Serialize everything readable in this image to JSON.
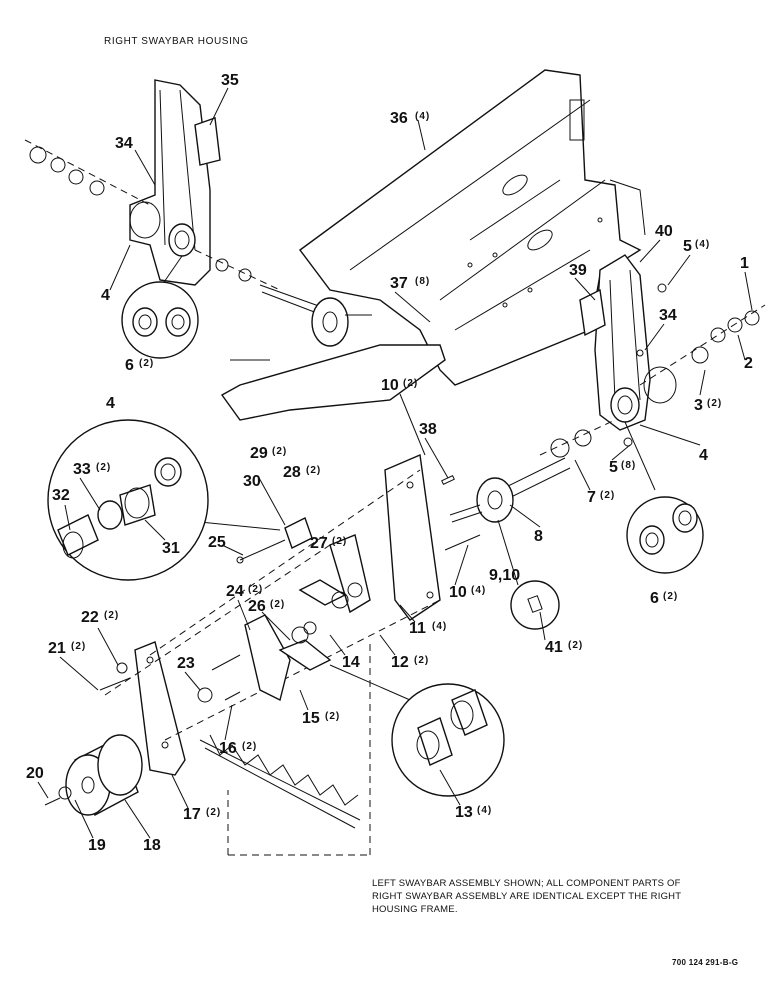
{
  "header": {
    "title": "RIGHT SWAYBAR HOUSING"
  },
  "note": {
    "text": "LEFT SWAYBAR ASSEMBLY SHOWN; ALL COMPONENT PARTS OF RIGHT SWAYBAR ASSEMBLY ARE IDENTICAL EXCEPT THE RIGHT HOUSING FRAME."
  },
  "figure_number": "700 124 291-B-G",
  "callouts": {
    "c35": {
      "num": "35",
      "qty": ""
    },
    "c34a": {
      "num": "34",
      "qty": ""
    },
    "c4a": {
      "num": "4",
      "qty": ""
    },
    "c6a": {
      "num": "6",
      "qty": "(2)"
    },
    "c36": {
      "num": "36",
      "qty": "(4)"
    },
    "c37": {
      "num": "37",
      "qty": "(8)"
    },
    "c40": {
      "num": "40",
      "qty": ""
    },
    "c5a": {
      "num": "5",
      "qty": "(4)"
    },
    "c1": {
      "num": "1",
      "qty": ""
    },
    "c39": {
      "num": "39",
      "qty": ""
    },
    "c34b": {
      "num": "34",
      "qty": ""
    },
    "c2": {
      "num": "2",
      "qty": ""
    },
    "c10a": {
      "num": "10",
      "qty": "(2)"
    },
    "c3": {
      "num": "3",
      "qty": "(2)"
    },
    "c4b": {
      "num": "4",
      "qty": ""
    },
    "c4c": {
      "num": "4",
      "qty": ""
    },
    "c38": {
      "num": "38",
      "qty": ""
    },
    "c5b": {
      "num": "5",
      "qty": "(8)"
    },
    "c7": {
      "num": "7",
      "qty": "(2)"
    },
    "c29": {
      "num": "29",
      "qty": "(2)"
    },
    "c28": {
      "num": "28",
      "qty": "(2)"
    },
    "c33": {
      "num": "33",
      "qty": "(2)"
    },
    "c30": {
      "num": "30",
      "qty": ""
    },
    "c32": {
      "num": "32",
      "qty": ""
    },
    "c31": {
      "num": "31",
      "qty": ""
    },
    "c25": {
      "num": "25",
      "qty": ""
    },
    "c27": {
      "num": "27",
      "qty": "(2)"
    },
    "c8": {
      "num": "8",
      "qty": ""
    },
    "c910": {
      "num": "9,10",
      "qty": ""
    },
    "c10b": {
      "num": "10",
      "qty": "(4)"
    },
    "c6b": {
      "num": "6",
      "qty": "(2)"
    },
    "c24": {
      "num": "24",
      "qty": "(2)"
    },
    "c26": {
      "num": "26",
      "qty": "(2)"
    },
    "c11": {
      "num": "11",
      "qty": "(4)"
    },
    "c22": {
      "num": "22",
      "qty": "(2)"
    },
    "c41": {
      "num": "41",
      "qty": "(2)"
    },
    "c21": {
      "num": "21",
      "qty": "(2)"
    },
    "c14": {
      "num": "14",
      "qty": ""
    },
    "c12": {
      "num": "12",
      "qty": "(2)"
    },
    "c23": {
      "num": "23",
      "qty": ""
    },
    "c15": {
      "num": "15",
      "qty": "(2)"
    },
    "c16": {
      "num": "16",
      "qty": "(2)"
    },
    "c20": {
      "num": "20",
      "qty": ""
    },
    "c17": {
      "num": "17",
      "qty": "(2)"
    },
    "c13": {
      "num": "13",
      "qty": "(4)"
    },
    "c19": {
      "num": "19",
      "qty": ""
    },
    "c18": {
      "num": "18",
      "qty": ""
    }
  }
}
